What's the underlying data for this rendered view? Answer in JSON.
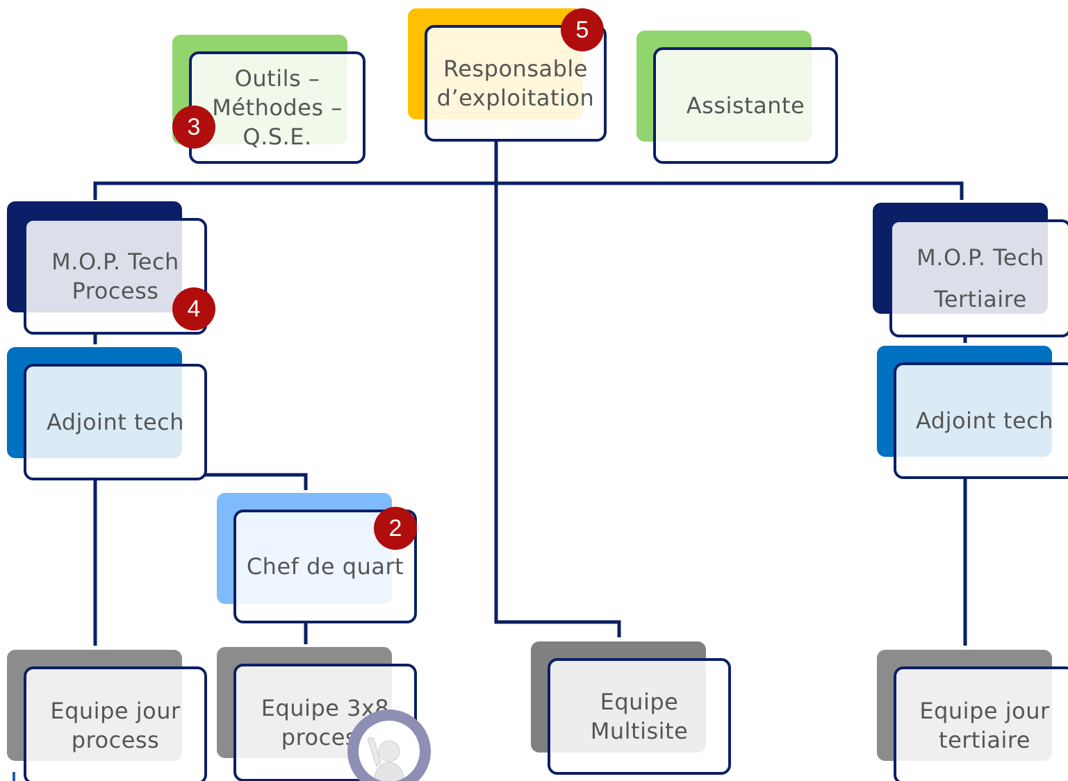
{
  "nodes": {
    "responsable": {
      "label": "Responsable\nd’exploitation",
      "badge": "5",
      "color": "#ffc000"
    },
    "outils": {
      "label": "Outils –\nMéthodes –\nQ.S.E.",
      "badge": "3",
      "color": "#92d46e"
    },
    "assistante": {
      "label": "Assistante",
      "color": "#92d46e"
    },
    "mop_process": {
      "label": "M.O.P. Tech\nProcess",
      "badge": "4",
      "color": "#0b1f66"
    },
    "mop_tertiaire": {
      "label": "M.O.P. Tech\nTertiaire",
      "color": "#0b1f66"
    },
    "adjoint_left": {
      "label": "Adjoint tech",
      "color": "#0070c0"
    },
    "adjoint_right": {
      "label": "Adjoint tech",
      "color": "#0070c0"
    },
    "chef_quart": {
      "label": "Chef de quart",
      "badge": "2",
      "color": "#7fbbfb"
    },
    "equipe_jour_process": {
      "label": "Equipe jour\nprocess",
      "color": "#8c8c8c"
    },
    "equipe_3x8": {
      "label": "Equipe 3x8\nprocess",
      "color": "#8c8c8c"
    },
    "equipe_multisite": {
      "label": "Equipe\nMultisite",
      "color": "#808080"
    },
    "equipe_jour_tertiaire": {
      "label": "Equipe jour\ntertiaire",
      "color": "#8c8c8c"
    }
  },
  "colors": {
    "connector": "#0b1f66",
    "badge": "#b00d0d",
    "border": "#0b1f66",
    "text": "#555555"
  },
  "icons": {
    "person": "person-waving-icon"
  }
}
